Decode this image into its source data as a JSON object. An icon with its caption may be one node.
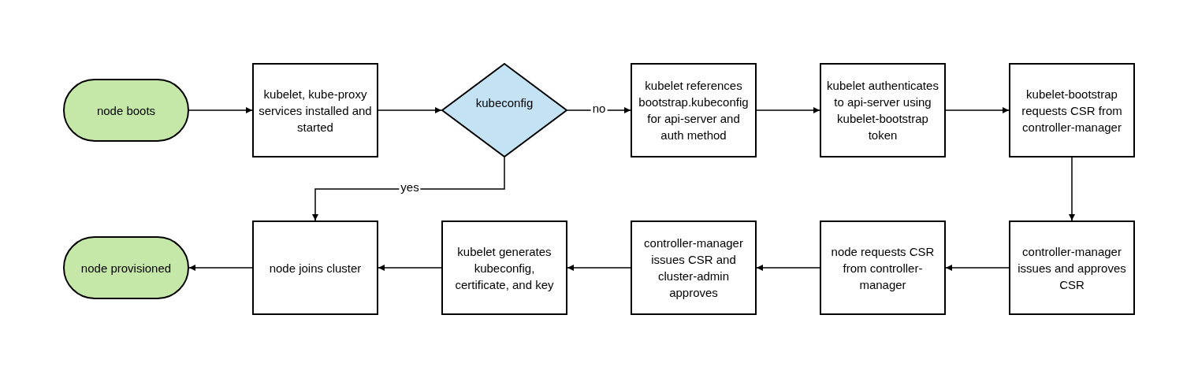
{
  "diagram": {
    "nodes": [
      {
        "text": [
          "node boots"
        ]
      },
      {
        "text": [
          "kubelet, kube-proxy services installed and started"
        ]
      },
      {
        "text": [
          "kubeconfig"
        ]
      },
      {
        "text": [
          "kubelet references bootstrap.kubeconfig for api-server and auth method"
        ]
      },
      {
        "text": [
          "kubelet authenticates to api-server using kubelet-bootstrap token"
        ]
      },
      {
        "text": [
          "kubelet-bootstrap requests CSR from controller-manager"
        ]
      },
      {
        "text": [
          "controller-manager issues and approves CSR"
        ]
      },
      {
        "text": [
          "node requests CSR from controller-manager"
        ]
      },
      {
        "text": [
          "controller-manager issues CSR and cluster-admin approves"
        ]
      },
      {
        "text": [
          "kubelet generates kubeconfig, certificate, and key"
        ]
      },
      {
        "text": [
          "node joins cluster"
        ]
      },
      {
        "text": [
          "node provisioned"
        ]
      }
    ],
    "edges": [
      {
        "from": 0,
        "to": 1,
        "arrow": "to"
      },
      {
        "from": 1,
        "to": 2,
        "arrow": "to"
      },
      {
        "from": 2,
        "to": 3,
        "arrow": "to",
        "label": "no"
      },
      {
        "from": 3,
        "to": 4,
        "arrow": "to"
      },
      {
        "from": 4,
        "to": 5,
        "arrow": "to"
      },
      {
        "from": 5,
        "to": 6,
        "arrow": "to"
      },
      {
        "from": 6,
        "to": 7,
        "arrow": "to"
      },
      {
        "from": 7,
        "to": 8,
        "arrow": "to"
      },
      {
        "from": 8,
        "to": 9,
        "arrow": "to"
      },
      {
        "from": 9,
        "to": 10,
        "arrow": "to"
      },
      {
        "from": 10,
        "to": 11,
        "arrow": "to"
      },
      {
        "from": 2,
        "to": 10,
        "arrow": "to",
        "label": "yes"
      }
    ]
  }
}
